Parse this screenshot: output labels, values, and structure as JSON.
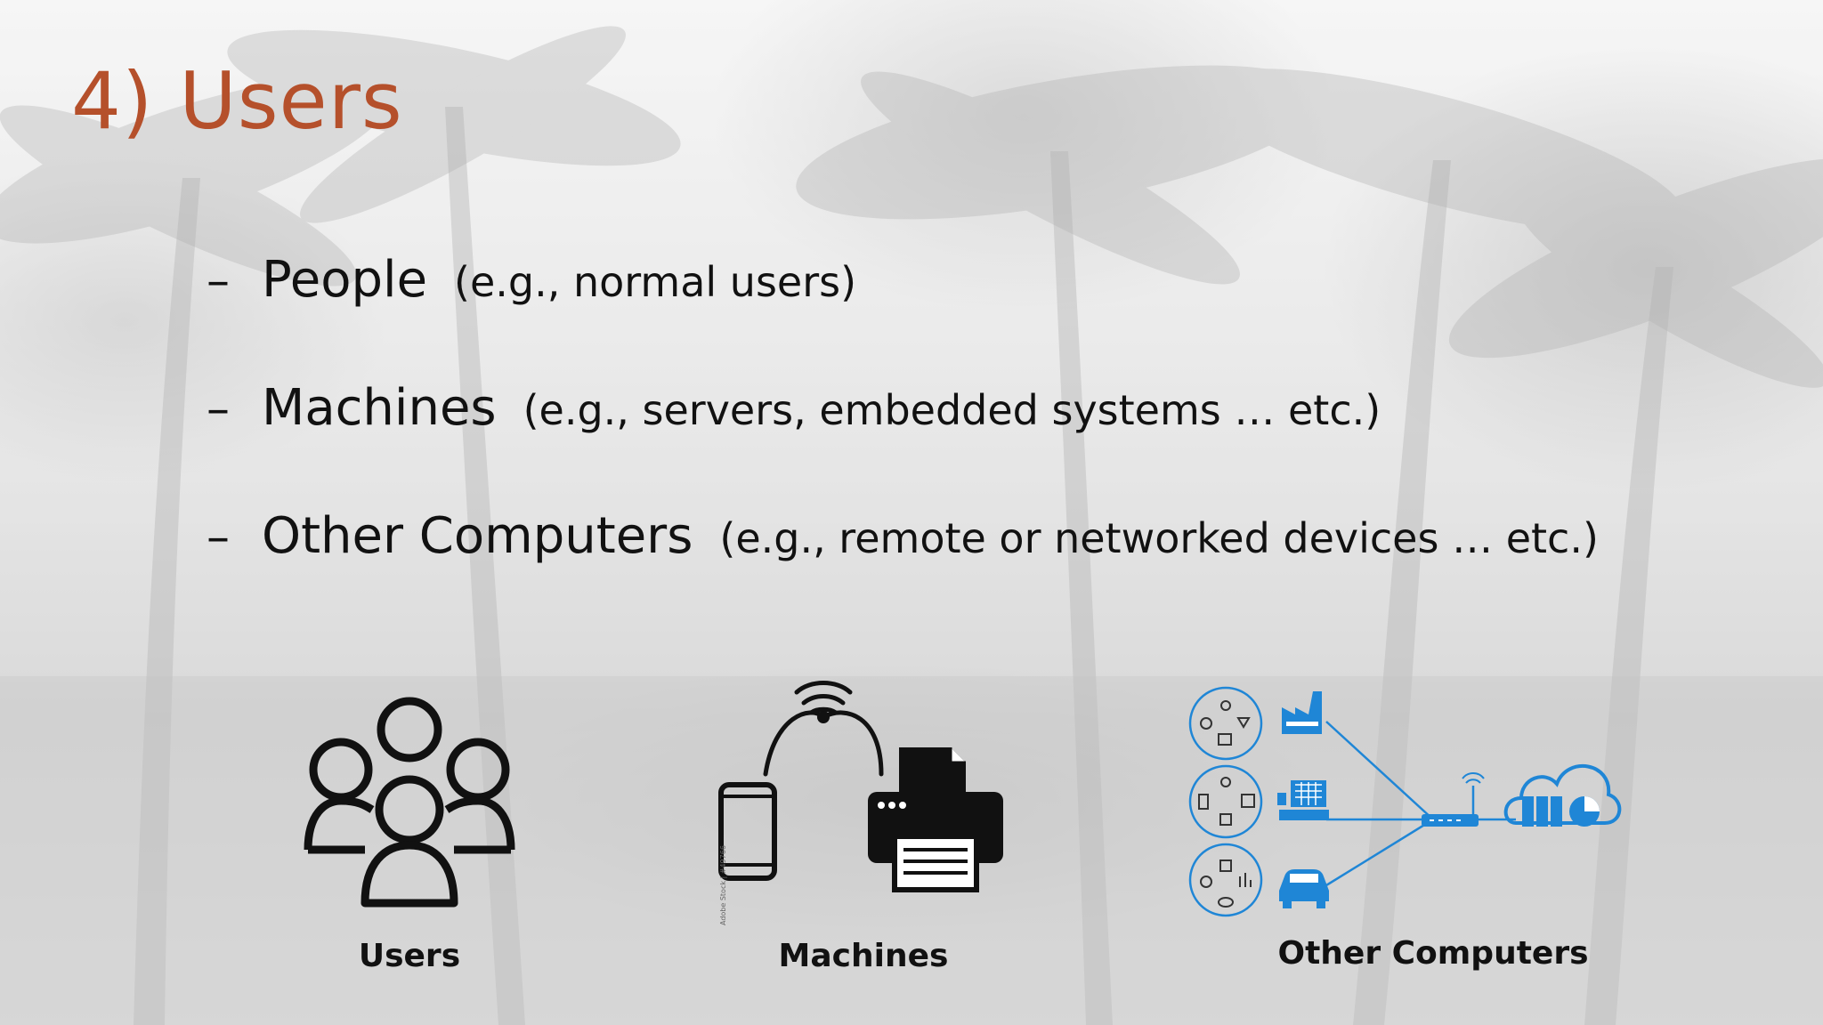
{
  "slide": {
    "title": "4) Users",
    "accent_color": "#b5502b",
    "bullets": [
      {
        "dash": "–",
        "main": "People",
        "sub": "(e.g., normal users)"
      },
      {
        "dash": "–",
        "main": "Machines",
        "sub": "(e.g., servers, embedded systems … etc.)"
      },
      {
        "dash": "–",
        "main": "Other Computers",
        "sub": "(e.g., remote or networked devices … etc.)"
      }
    ],
    "figures": [
      {
        "caption": "Users",
        "icon": "users-group-icon"
      },
      {
        "caption": "Machines",
        "icon": "phone-printer-wifi-icon",
        "watermark": "Adobe Stock | #49766"
      },
      {
        "caption": "Other Computers",
        "icon": "iot-network-diagram-icon",
        "color": "#1f86d6"
      }
    ]
  }
}
